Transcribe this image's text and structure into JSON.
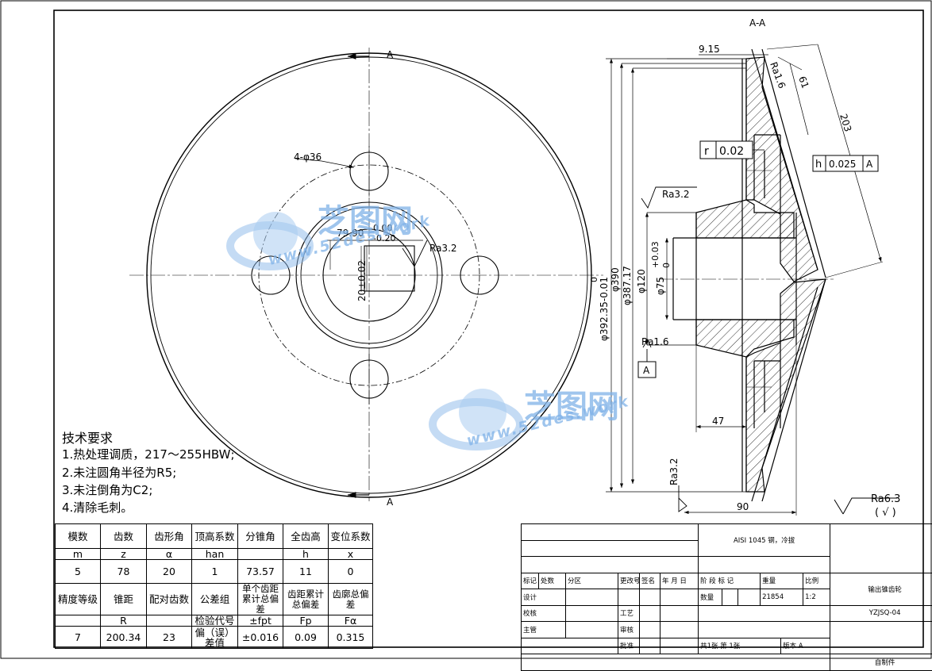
{
  "section_label": "A-A",
  "cut_label_top": "A",
  "cut_label_bottom": "A",
  "datum_label": "A",
  "dims": {
    "hole_callout": "4-φ36",
    "keyway_width": "79.90",
    "keyway_tol_upper": "0.00",
    "keyway_tol_lower": "-0.20",
    "key_height": "20±0.02",
    "ra_keyway": "Ra3.2",
    "top_small": "9.15",
    "ra_face_top": "Ra1.6",
    "dim_61": "61",
    "dim_203": "203",
    "runout_sym": "r",
    "runout_val": "0.02",
    "perp_sym": "h",
    "perp_val": "0.025",
    "perp_datum": "A",
    "ra_hub": "Ra3.2",
    "dia_392": "φ392.35-0.01",
    "dia_392_upper": "0",
    "dia_390": "φ390",
    "dia_387": "φ387.17",
    "dia_120": "φ120",
    "dia_75": "φ75",
    "dia_75_tol_upper": "+0.03",
    "dia_75_tol_lower": "0",
    "ra_bore": "Ra1.6",
    "dim_47": "47",
    "dim_90": "90",
    "ra_bottom": "Ra3.2",
    "ra_general": "Ra6.3",
    "ra_general_note": "( √ )"
  },
  "tech": {
    "title": "技术要求",
    "lines": [
      "1.热处理调质，217～255HBW;",
      "2.未注圆角半径为R5;",
      "3.未注倒角为C2;",
      "4.清除毛刺。"
    ]
  },
  "params": {
    "row1": [
      "模数",
      "齿数",
      "齿形角",
      "顶高系数",
      "分锥角",
      "全齿高",
      "变位系数"
    ],
    "row2": [
      "m",
      "z",
      "α",
      "han",
      "",
      "h",
      "x"
    ],
    "row3": [
      "5",
      "78",
      "20",
      "1",
      "73.57",
      "11",
      "0"
    ],
    "row4": [
      "精度等级",
      "锥距",
      "配对齿数",
      "公差组",
      "单个齿距累计总偏差",
      "齿距累计总偏差",
      "齿廓总偏差"
    ],
    "row5": [
      "",
      "R",
      "",
      "检验代号",
      "±fpt",
      "Fp",
      "Fα"
    ],
    "row6": [
      "7",
      "200.34",
      "23",
      "偏（误）差值",
      "±0.016",
      "0.09",
      "0.315"
    ]
  },
  "titleblock": {
    "material": "AISI 1045 钢，冷拔",
    "hdr_biaoji": "标记",
    "hdr_chushu": "处数",
    "hdr_fenqu": "分区",
    "hdr_gengaiwenjian": "更改号",
    "hdr_qianming": "签名",
    "hdr_nianyueri": "年 月 日",
    "design": "设计",
    "check": "校核",
    "supervisor": "主管",
    "process": "工艺",
    "review": "审核",
    "approve": "批准",
    "stage_mark": "阶 段 标 记",
    "weight_label": "重量",
    "scale_label": "比例",
    "qty_label": "数量",
    "weight_value": "21854",
    "scale_value": "1:2",
    "part_name": "输出锥齿轮",
    "drawing_no": "YZJSQ-04",
    "sheets": "共1张  第 1张",
    "version": "版本  A",
    "maker": "自制件"
  },
  "watermark": {
    "name": "芝图网",
    "url_cn": "www.52des.work"
  }
}
